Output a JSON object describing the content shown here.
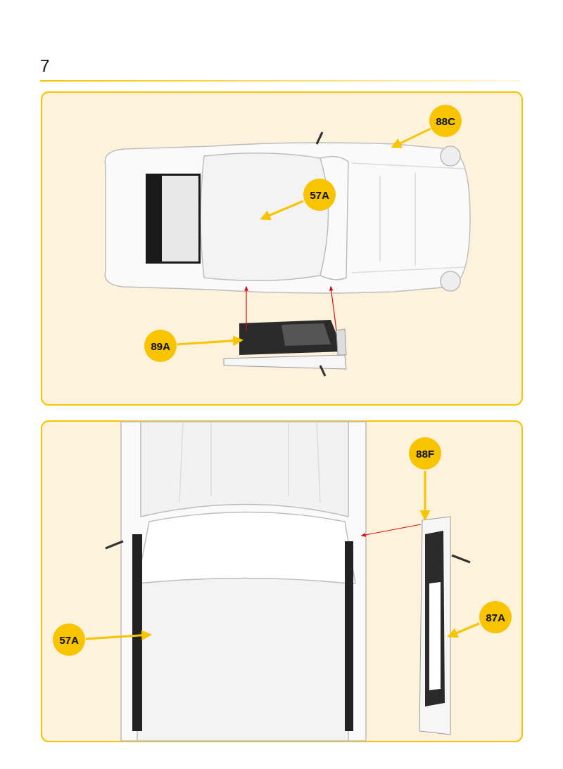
{
  "diagram": {
    "title": "7",
    "nodes": [
      {
        "text": [
          "88C"
        ]
      },
      {
        "text": [
          "57A"
        ]
      },
      {
        "text": [
          "89A"
        ]
      },
      {
        "text": [
          "88F"
        ]
      },
      {
        "text": [
          "57A"
        ]
      },
      {
        "text": [
          "87A"
        ]
      }
    ]
  }
}
